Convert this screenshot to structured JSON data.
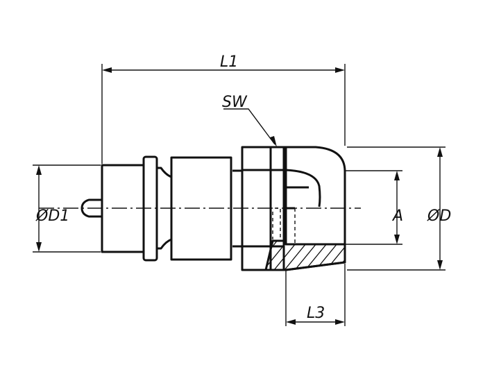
{
  "dimensions": {
    "overall_length": "L1",
    "wrench_size": "SW",
    "plug_diameter": "ØD1",
    "thread_length": "L3",
    "thread": "A",
    "body_diameter": "ØD"
  }
}
